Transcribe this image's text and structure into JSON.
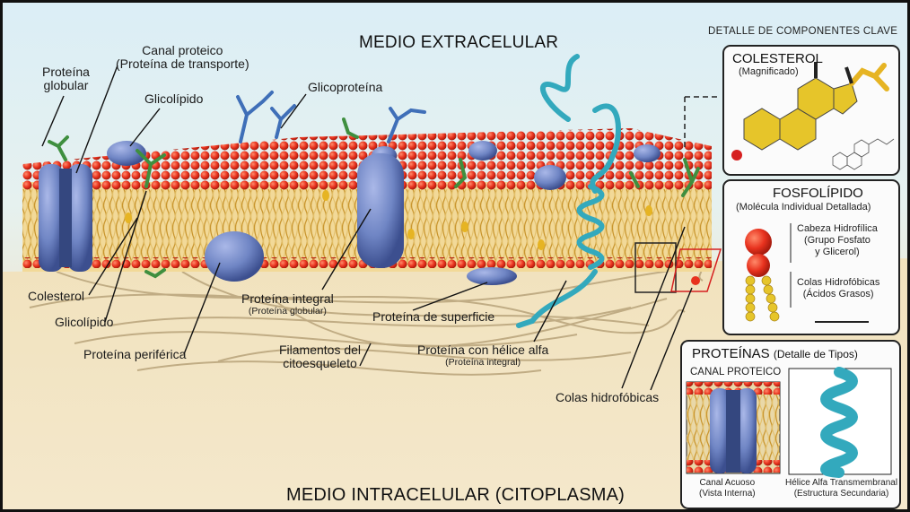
{
  "zones": {
    "top": "MEDIO EXTRACELULAR",
    "bottom": "MEDIO INTRACELULAR (CITOPLASMA)"
  },
  "labels": {
    "proteina_globular_1": "Proteína",
    "proteina_globular_2": "globular",
    "canal_proteico_1": "Canal proteico",
    "canal_proteico_2": "(Proteína de transporte)",
    "glicolipido_top": "Glicolípido",
    "glicoproteina": "Glicoproteína",
    "colesterol": "Colesterol",
    "glicolipido_bottom": "Glicolípido",
    "proteina_periferica": "Proteína periférica",
    "proteina_integral_1": "Proteína integral",
    "proteina_integral_2": "(Proteína globular)",
    "proteina_superficie": "Proteína de superficie",
    "filamentos_1": "Filamentos del",
    "filamentos_2": "citoesqueleto",
    "helice_1": "Proteína con hélice alfa",
    "helice_2": "(Proteína integral)",
    "colas": "Colas hidrofóbicas"
  },
  "detail": {
    "header": "DETALLE DE COMPONENTES CLAVE",
    "colesterol_title": "COLESTEROL",
    "colesterol_sub": "(Magnificado)",
    "fosfo_title": "FOSFOLÍPIDO",
    "fosfo_sub": "(Molécula Individual Detallada)",
    "cabeza_1": "Cabeza Hidrofílica",
    "cabeza_2": "(Grupo Fosfato",
    "cabeza_3": "y Glicerol)",
    "colas_1": "Colas Hidrofóbicas",
    "colas_2": "(Ácidos Grasos)",
    "proteinas_title": "PROTEÍNAS",
    "proteinas_sub": "(Detalle de Tipos)",
    "canal_title": "CANAL PROTEICO",
    "canal_1": "Canal Acuoso",
    "canal_2": "(Vista Interna)",
    "helice_1": "Hélice Alfa Transmembranal",
    "helice_2": "(Estructura Secundaria)"
  },
  "colors": {
    "head": "#e8321e",
    "tail": "#e0b85a",
    "protein": "#6f85c4",
    "helix": "#33a9bd",
    "sugar": "#3f8f3f",
    "cholesterol": "#e6b423"
  }
}
